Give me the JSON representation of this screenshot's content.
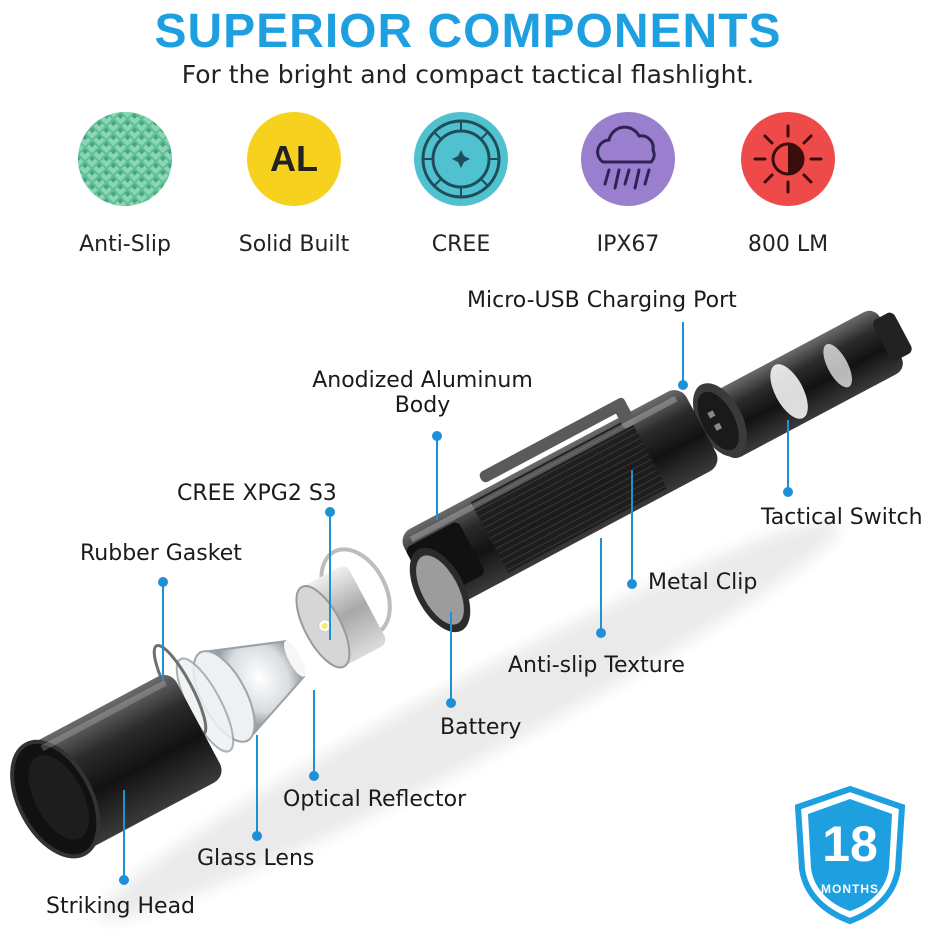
{
  "header": {
    "title": "SUPERIOR COMPONENTS",
    "subtitle": "For the bright and compact tactical flashlight."
  },
  "features": [
    {
      "label": "Anti-Slip",
      "icon": "anti-slip-texture-icon",
      "color": "#5fbf97"
    },
    {
      "label": "Solid Built",
      "icon": "al-icon",
      "badge_text": "AL",
      "color": "#f6d21e"
    },
    {
      "label": "CREE",
      "icon": "cree-led-icon",
      "color": "#4fc1cf"
    },
    {
      "label": "IPX67",
      "icon": "rain-cloud-icon",
      "color": "#9b7fcf"
    },
    {
      "label": "800 LM",
      "icon": "sun-brightness-icon",
      "color": "#ef4a4a"
    }
  ],
  "callouts": {
    "usb_port": "Micro-USB Charging Port",
    "body_line1": "Anodized Aluminum",
    "body_line2": "Body",
    "led": "CREE XPG2 S3",
    "tactical_switch": "Tactical Switch",
    "rubber_gasket": "Rubber Gasket",
    "metal_clip": "Metal Clip",
    "anti_slip": "Anti-slip Texture",
    "battery": "Battery",
    "optical_reflector": "Optical Reflector",
    "glass_lens": "Glass Lens",
    "striking_head": "Striking Head"
  },
  "warranty": {
    "number": "18",
    "unit": "MONTHS",
    "color": "#1ea0e0"
  },
  "colors": {
    "accent": "#1ea0e0",
    "leader": "#1e90d8"
  }
}
